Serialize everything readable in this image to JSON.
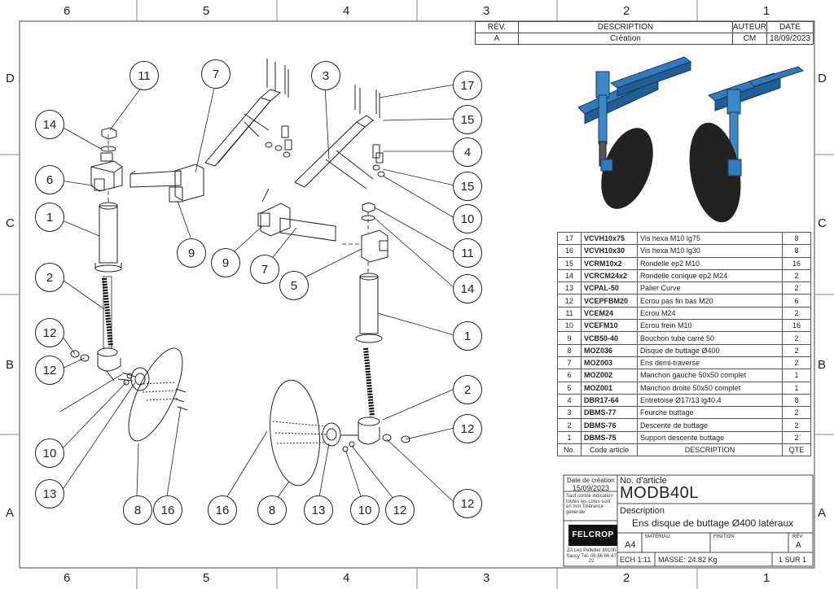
{
  "zones": {
    "columns": [
      "6",
      "5",
      "4",
      "3",
      "2",
      "1"
    ],
    "rows": [
      "D",
      "C",
      "B",
      "A"
    ]
  },
  "revision_table": {
    "headers": [
      "RÉV.",
      "DESCRIPTION",
      "AUTEUR",
      "DATE"
    ],
    "row": [
      "A",
      "Création",
      "CM",
      "18/09/2023"
    ]
  },
  "bom": {
    "rows": [
      [
        "17",
        "VCVH10x75",
        "Vis hexa M10 lg75",
        "8"
      ],
      [
        "16",
        "VCVH10x30",
        "Vis hexa M10 lg30",
        "8"
      ],
      [
        "15",
        "VCRM10x2",
        "Rondelle ep2 M10",
        "16"
      ],
      [
        "14",
        "VCRCM24x2",
        "Rondelle conique ep2 M24",
        "2"
      ],
      [
        "13",
        "VCPAL-50",
        "Palier Curve",
        "2"
      ],
      [
        "12",
        "VCEPFBM20",
        "Ecrou pas fin bas M20",
        "6"
      ],
      [
        "11",
        "VCEM24",
        "Ecrou M24",
        "2"
      ],
      [
        "10",
        "VCEFM10",
        "Ecrou frein M10",
        "16"
      ],
      [
        "9",
        "VCB50-40",
        "Bouchon tube carré 50",
        "2"
      ],
      [
        "8",
        "MOZ036",
        "Disque de buttage Ø400",
        "2"
      ],
      [
        "7",
        "MOZ003",
        "Ens demi-traverse",
        "2"
      ],
      [
        "6",
        "MOZ002",
        "Manchon gauche 50x50 complet",
        "1"
      ],
      [
        "5",
        "MOZ001",
        "Manchon droite 50x50 complet",
        "1"
      ],
      [
        "4",
        "DBR17-64",
        "Entretoise Ø17/13 lg40.4",
        "8"
      ],
      [
        "3",
        "DBMS-77",
        "Fourche buttage",
        "2"
      ],
      [
        "2",
        "DBMS-76",
        "Descente de buttage",
        "2"
      ],
      [
        "1",
        "DBMS-75",
        "Support descente buttage",
        "2"
      ]
    ],
    "headers": [
      "No.",
      "Code article",
      "DESCRIPTION",
      "QTE"
    ]
  },
  "balloons": [
    {
      "n": "11"
    },
    {
      "n": "14"
    },
    {
      "n": "6"
    },
    {
      "n": "1"
    },
    {
      "n": "2"
    },
    {
      "n": "12"
    },
    {
      "n": "12"
    },
    {
      "n": "10"
    },
    {
      "n": "13"
    },
    {
      "n": "8"
    },
    {
      "n": "16"
    },
    {
      "n": "7"
    },
    {
      "n": "9"
    },
    {
      "n": "3"
    },
    {
      "n": "9"
    },
    {
      "n": "7"
    },
    {
      "n": "5"
    },
    {
      "n": "17"
    },
    {
      "n": "15"
    },
    {
      "n": "4"
    },
    {
      "n": "15"
    },
    {
      "n": "10"
    },
    {
      "n": "11"
    },
    {
      "n": "14"
    },
    {
      "n": "1"
    },
    {
      "n": "2"
    },
    {
      "n": "12"
    },
    {
      "n": "12"
    },
    {
      "n": "16"
    },
    {
      "n": "8"
    },
    {
      "n": "13"
    },
    {
      "n": "10"
    },
    {
      "n": "12"
    }
  ],
  "title_block": {
    "date_label": "Date de création",
    "date_value": "15/09/2023",
    "tolerance_note": "Sauf contre indication toutes les cotes sont en mm Tolérance générale",
    "article_label": "No. d'article",
    "article_value": "MODB40L",
    "description_label": "Description",
    "description_value": "Ens disque de buttage Ø400 latéraux",
    "logo_text": "FELCROP",
    "address": "ZA Les Pelletier 89100 Saucy Tél: 06 86 66 47 22",
    "format": "A4",
    "material_label": "MATÉRIAU",
    "finish_label": "FINITION",
    "rev_label": "RÉV",
    "rev_value": "A",
    "scale": "ECH 1:11",
    "mass": "MASSE: 24.82 Kg",
    "sheet": "1 SUR 1"
  }
}
